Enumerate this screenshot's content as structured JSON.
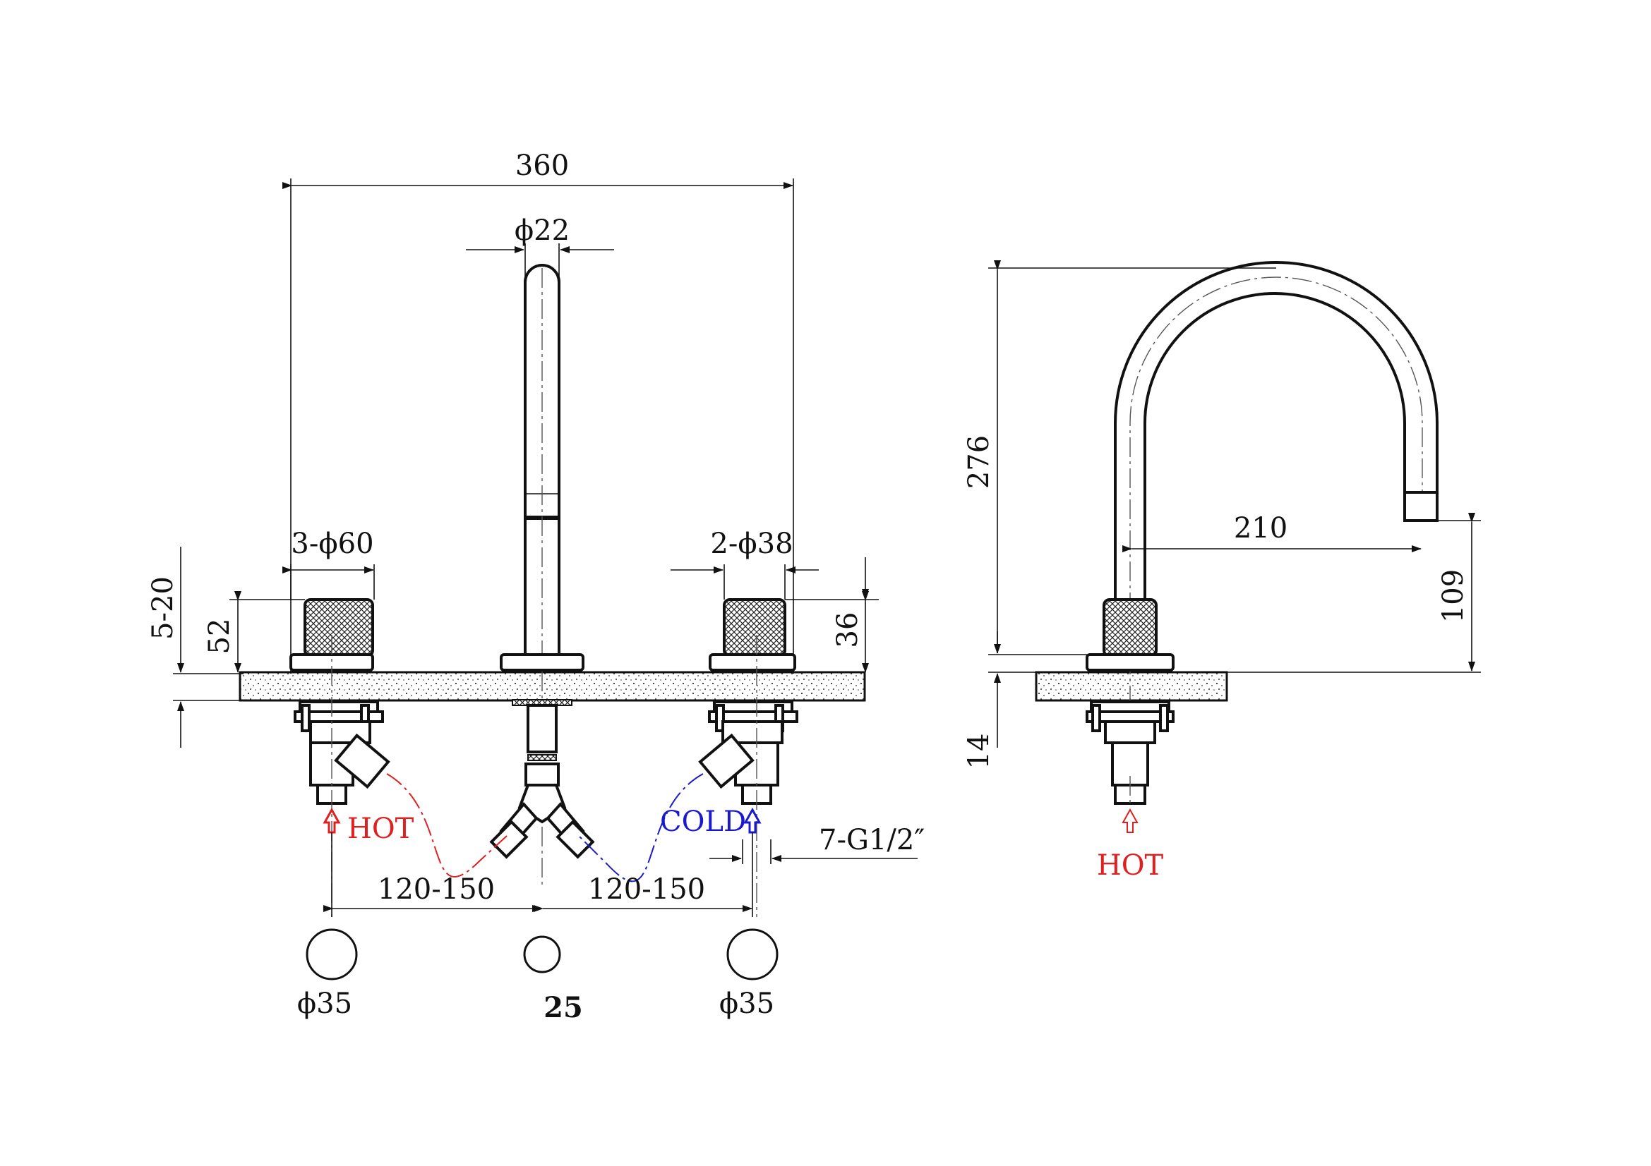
{
  "front_view": {
    "dim_overall_width": "360",
    "dim_spout_diameter": "ϕ22",
    "dim_handle_diameter": "3-ϕ60",
    "dim_flange_diameter": "2-ϕ38",
    "dim_deck_thickness": "5-20",
    "dim_handle_height": "52",
    "dim_handle_height_right": "36",
    "dim_centers_left": "120-150",
    "dim_centers_right": "120-150",
    "dim_connection": "7-G1/2″",
    "label_hot": "HOT",
    "label_cold": "COLD"
  },
  "hole_plan": {
    "hole_left": "ϕ35",
    "hole_center": "25",
    "hole_right": "ϕ35"
  },
  "side_view": {
    "dim_height": "276",
    "dim_reach": "210",
    "dim_outlet_height": "109",
    "dim_base": "14",
    "label_hot": "HOT"
  },
  "colors": {
    "hot": "#e02020",
    "cold": "#1a1acc",
    "line": "#111111"
  }
}
